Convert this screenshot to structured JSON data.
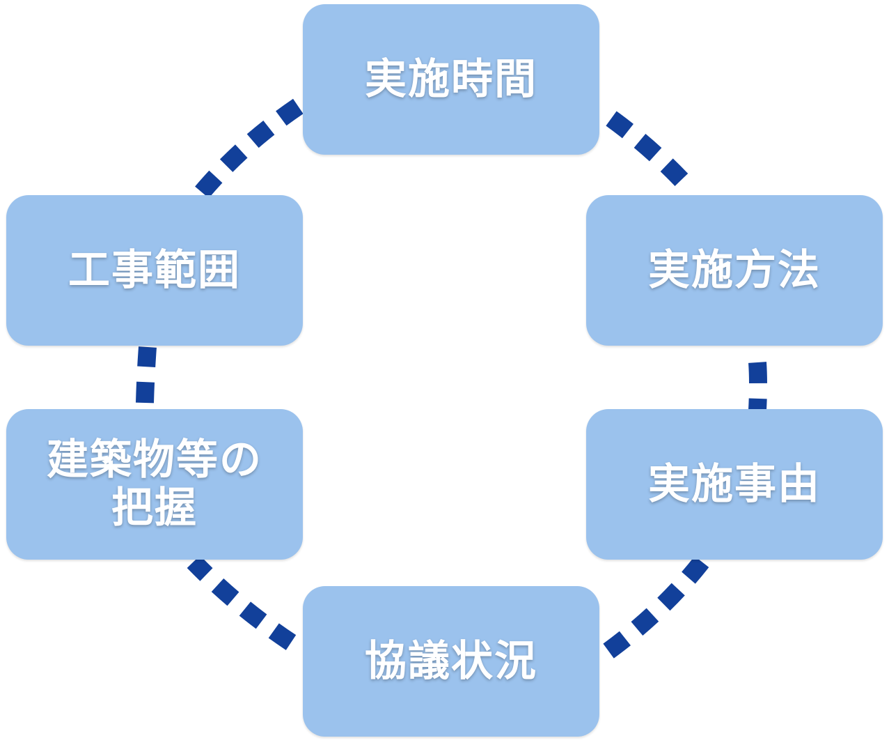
{
  "diagram": {
    "type": "cycle",
    "colors": {
      "node_fill": "#9bc2ed",
      "node_text": "#ffffff",
      "connector": "#12409a"
    },
    "nodes": [
      {
        "id": "top",
        "label": "実施時間"
      },
      {
        "id": "upper-right",
        "label": "実施方法"
      },
      {
        "id": "lower-right",
        "label": "実施事由"
      },
      {
        "id": "bottom",
        "label": "協議状況"
      },
      {
        "id": "lower-left",
        "label": "建築物等の\n把握"
      },
      {
        "id": "upper-left",
        "label": "工事範囲"
      }
    ],
    "edges": [
      {
        "from": "top",
        "to": "upper-right",
        "style": "dotted"
      },
      {
        "from": "upper-right",
        "to": "lower-right",
        "style": "dotted"
      },
      {
        "from": "lower-right",
        "to": "bottom",
        "style": "dotted"
      },
      {
        "from": "bottom",
        "to": "lower-left",
        "style": "dotted"
      },
      {
        "from": "lower-left",
        "to": "upper-left",
        "style": "dotted"
      },
      {
        "from": "upper-left",
        "to": "top",
        "style": "dotted"
      }
    ]
  }
}
